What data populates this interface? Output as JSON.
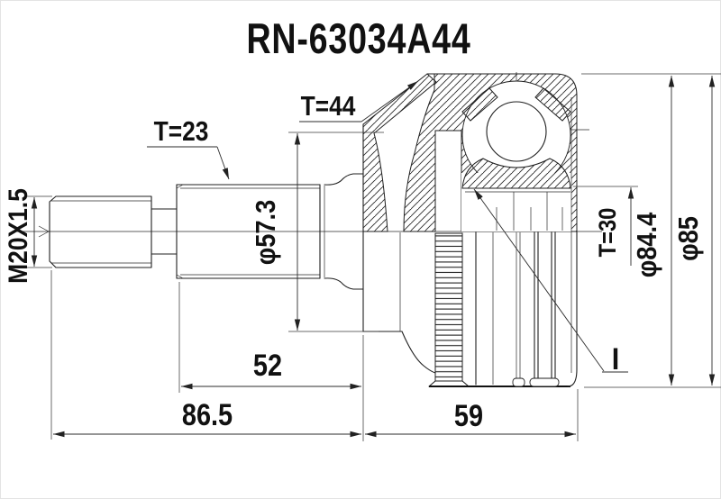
{
  "drawing": {
    "title": "RN-63034A44",
    "labels": {
      "outer_spline": "T=44",
      "shaft_spline": "T=23",
      "inner_spline": "T=30",
      "thread": "M20X1.5",
      "boot_diameter": "φ57.3",
      "race_diameter": "φ84.4",
      "outer_diameter": "φ85",
      "section_mark": "I"
    },
    "dimensions": {
      "spline_length": "52",
      "shaft_length": "86.5",
      "body_length": "59"
    },
    "colors": {
      "background": "#ffffff",
      "line": "#1f1f1f",
      "dimension": "#2b2b2b"
    }
  }
}
